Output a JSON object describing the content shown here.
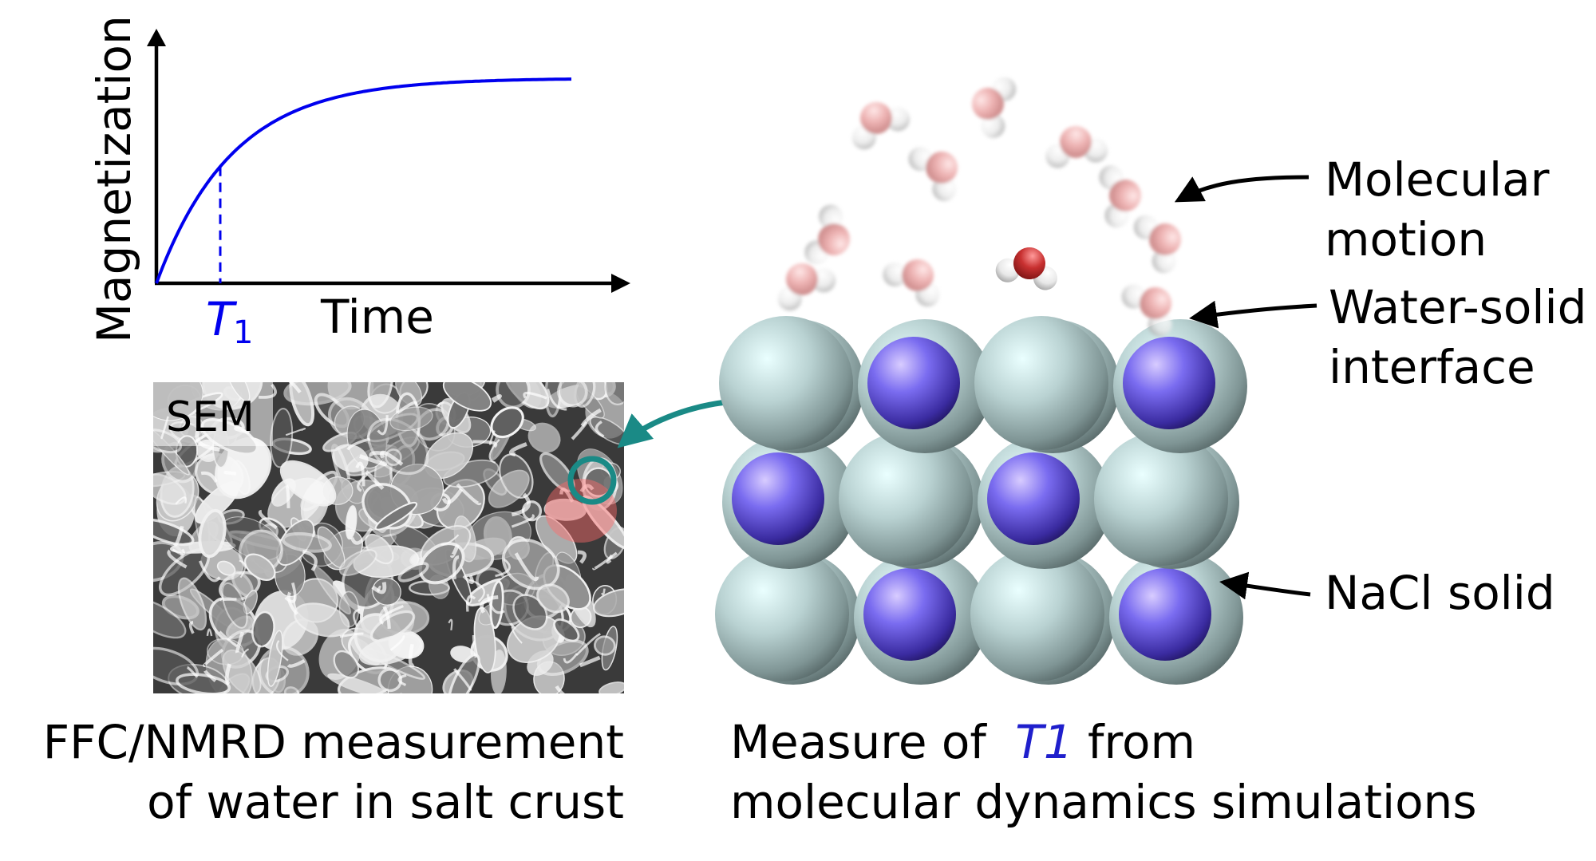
{
  "plot": {
    "ylabel": "Magnetization",
    "xlabel": "Time",
    "t1_symbol": "T",
    "t1_subscript": "1",
    "curve_color": "#0000ee"
  },
  "sem": {
    "label": "SEM"
  },
  "left_caption": {
    "line1": "FFC/NMRD measurement",
    "line2": "of water in salt crust"
  },
  "right_caption": {
    "line1_prefix": "Measure of ",
    "line1_highlight": "T1",
    "line1_suffix": " from",
    "line2": "molecular dynamics simulations"
  },
  "annotations": {
    "molecular_motion_1": "Molecular",
    "molecular_motion_2": "motion",
    "interface_1": "Water-solid",
    "interface_2": "interface",
    "nacl": "NaCl solid"
  },
  "colors": {
    "teal": "#1a8a86",
    "cl_sphere": "#c8dcdc",
    "na_sphere": "#5c4fd8",
    "highlight": "#1f1fcc"
  }
}
